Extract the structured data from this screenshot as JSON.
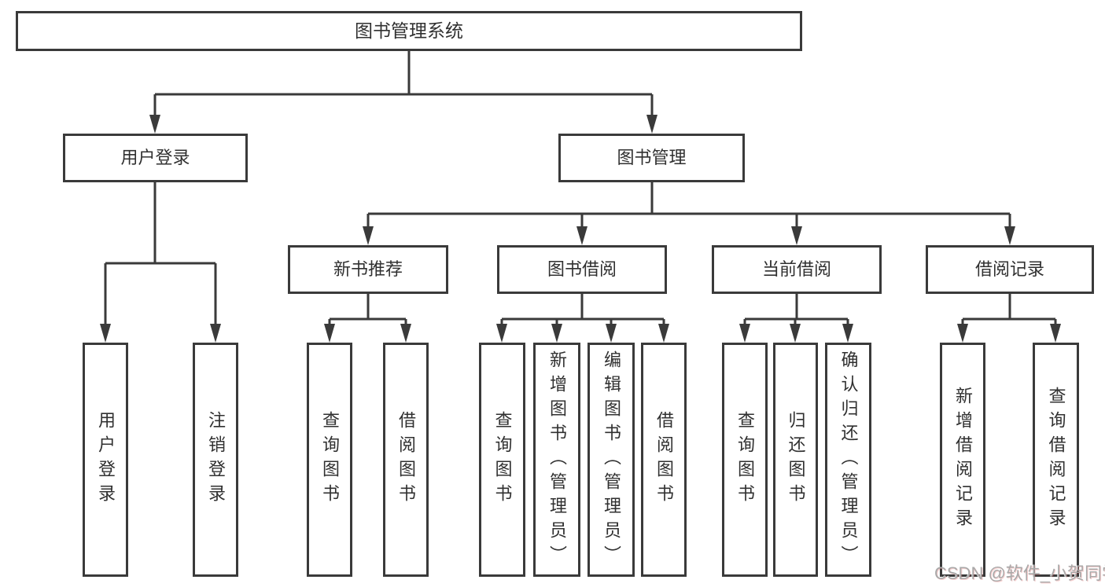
{
  "diagram": {
    "root": "图书管理系统",
    "l2": [
      "用户登录",
      "图书管理"
    ],
    "l3": [
      "新书推荐",
      "图书借阅",
      "当前借阅",
      "借阅记录"
    ],
    "leaves_user": [
      "用户登录",
      "注销登录"
    ],
    "leaves_newbook": [
      "查询图书",
      "借阅图书"
    ],
    "leaves_borrow": [
      "查询图书",
      "新增图书（管理员）",
      "编辑图书（管理员）",
      "借阅图书"
    ],
    "leaves_current": [
      "查询图书",
      "归还图书",
      "确认归还（管理员）"
    ],
    "leaves_records": [
      "新增借阅记录",
      "查询借阅记录"
    ]
  },
  "watermark": "CSDN @软件_小贺同学",
  "colors": {
    "line": "#3a3a3a",
    "text": "#303030",
    "background": "#ffffff",
    "watermark": "#a9a9a9"
  }
}
